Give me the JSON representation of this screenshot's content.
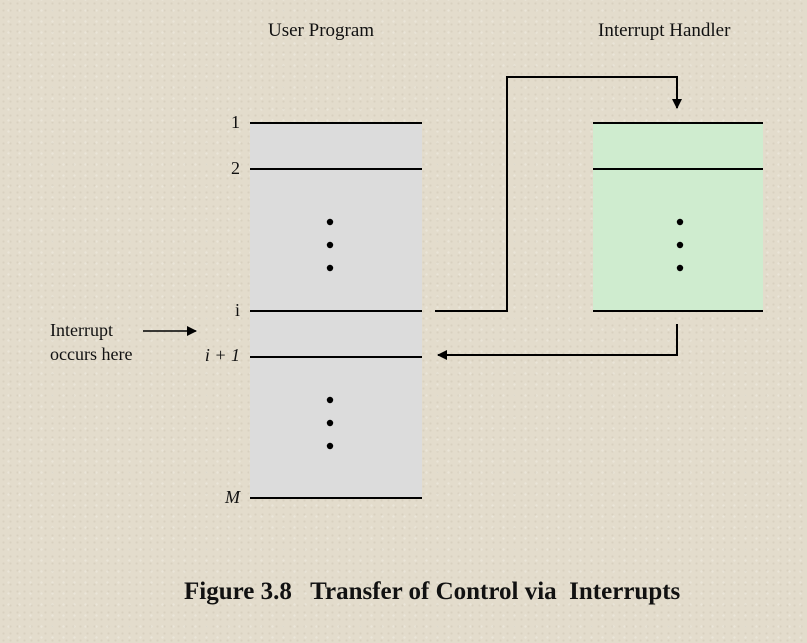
{
  "titles": {
    "user_program": "User Program",
    "interrupt_handler": "Interrupt Handler"
  },
  "line_labels": {
    "l1": "1",
    "l2": "2",
    "li": "i",
    "li1": "i + 1",
    "lm": "M"
  },
  "interrupt_note": {
    "line1": "Interrupt",
    "line2": "occurs here"
  },
  "caption": "Figure 3.8   Transfer of Control via  Interrupts",
  "colors": {
    "user_program_fill": "#dcdcdc",
    "handler_fill": "#cfeccf",
    "line": "#000000"
  }
}
